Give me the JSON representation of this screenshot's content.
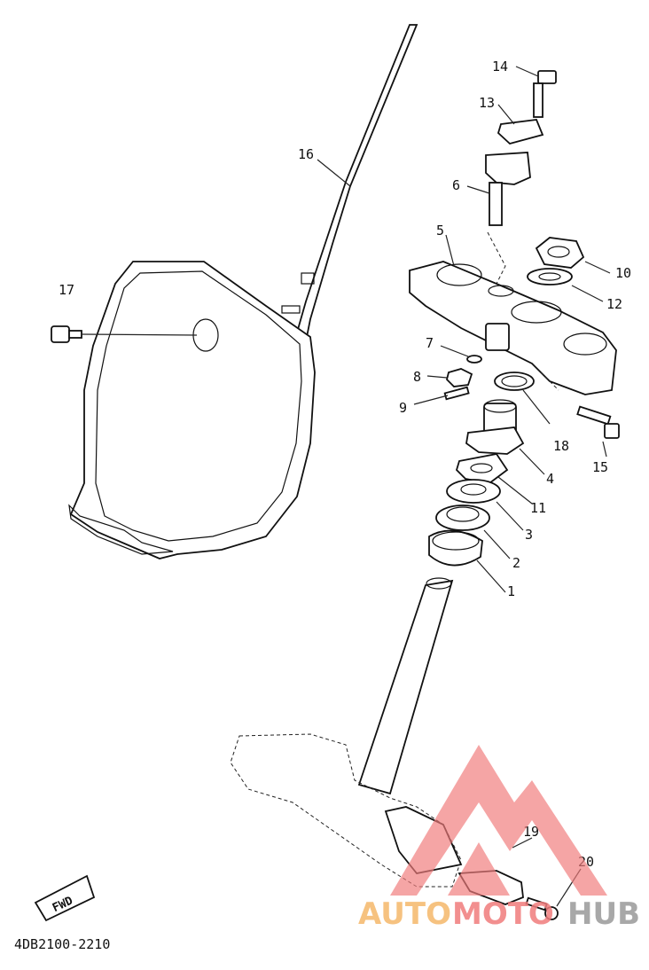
{
  "diagram": {
    "code": "4DB2100-2210",
    "direction_marker": "FWD",
    "callouts": [
      "1",
      "2",
      "3",
      "4",
      "5",
      "6",
      "7",
      "8",
      "9",
      "10",
      "11",
      "12",
      "13",
      "14",
      "15",
      "16",
      "17",
      "18",
      "19",
      "20"
    ]
  },
  "watermark": {
    "word1": "AUTO",
    "word2": "MOTO",
    "word3": "HUB",
    "color_primary": "#f07c7c",
    "color_accent": "#f5a623",
    "color_dark": "#9a9a9a"
  }
}
